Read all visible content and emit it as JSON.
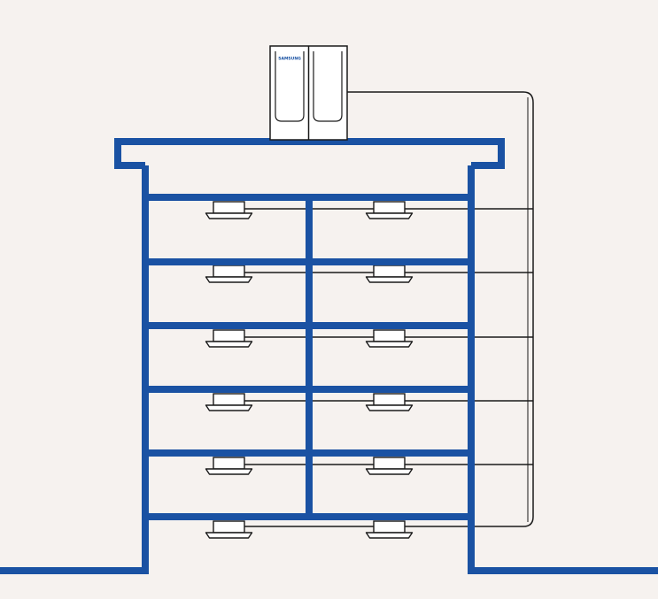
{
  "diagram": {
    "outdoor_unit": {
      "brand_text": "SAMSUNG"
    },
    "floors": 6,
    "units_per_floor": 2,
    "colors": {
      "background": "#f6f2ef",
      "building": "#1a52a3",
      "pipe": "#1a1a1a",
      "unit_fill": "#ffffff",
      "brand": "#1a52a3"
    }
  }
}
